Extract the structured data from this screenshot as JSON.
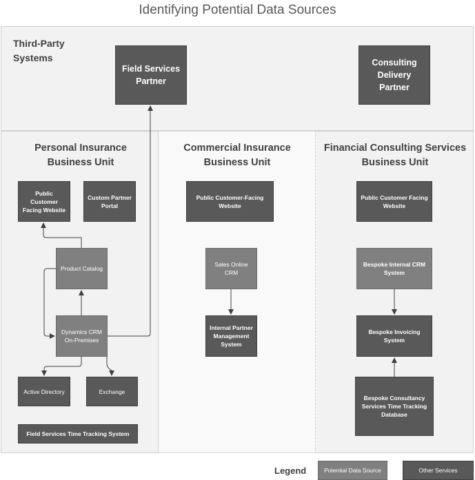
{
  "title": "Identifying Potential Data Sources",
  "third_party": {
    "label": "Third-Party\nSystems",
    "field_services_partner": "Field Services Partner",
    "consulting_delivery_partner": "Consulting Delivery Partner"
  },
  "personal": {
    "title": "Personal Insurance Business Unit",
    "public_website": "Public Customer Facing Website",
    "custom_partner_portal": "Custom Partner Portal",
    "product_catalog": "Product Catalog",
    "dynamics_crm": "Dynamics CRM On-Premises",
    "active_directory": "Active Directory",
    "exchange": "Exchange",
    "time_tracking": "Field Services Time Tracking System"
  },
  "commercial": {
    "title": "Commercial Insurance Business Unit",
    "public_website": "Public Customer-Facing Website",
    "sales_online_crm": "Sales Online CRM",
    "internal_partner_mgmt": "Internal Partner Management System"
  },
  "financial": {
    "title": "Financial Consulting Services Business Unit",
    "public_website": "Public Customer Facing Website",
    "bespoke_crm": "Bespoke Internal CRM System",
    "bespoke_invoicing": "Bespoke Invoicing System",
    "bespoke_time_tracking": "Bespoke Consultancy Services Time Tracking Database"
  },
  "legend": {
    "label": "Legend",
    "potential_data_source": "Potential Data Source",
    "other_services": "Other Services"
  },
  "colors": {
    "potential_data_source": "#808080",
    "other_services": "#595959"
  }
}
